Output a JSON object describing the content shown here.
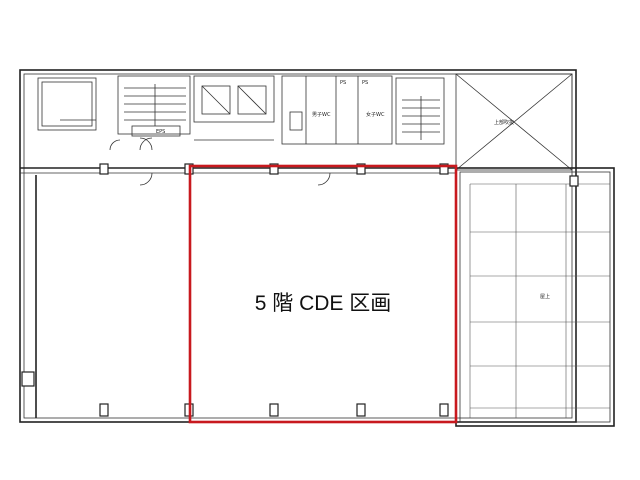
{
  "floor_plan": {
    "highlight_color": "#c8191e",
    "main_label": "5 階 CDE 区画",
    "labels": {
      "eps": "EPS",
      "ps_left": "PS",
      "ps_right": "PS",
      "wc_left": "男子WC",
      "wc_right": "女子WC",
      "roof": "屋上",
      "void": "上部吹抜"
    }
  }
}
